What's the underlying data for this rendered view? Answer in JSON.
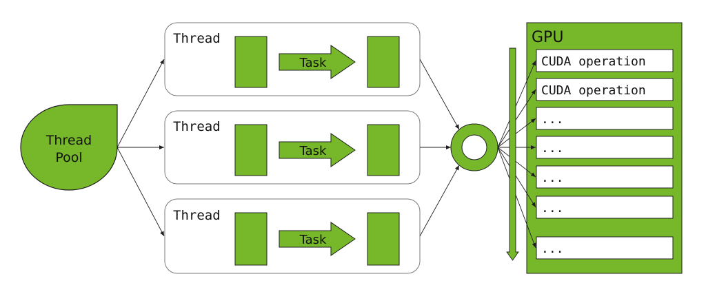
{
  "colors": {
    "green": "#76b82a",
    "stroke": "#1f1f1f",
    "box_border": "#7a7a7a",
    "background": "#ffffff"
  },
  "pool": {
    "label_line1": "Thread",
    "label_line2": "Pool"
  },
  "threads": [
    {
      "label": "Thread",
      "task_label": "Task"
    },
    {
      "label": "Thread",
      "task_label": "Task"
    },
    {
      "label": "Thread",
      "task_label": "Task"
    }
  ],
  "gpu": {
    "label": "GPU",
    "operations": [
      {
        "label": "CUDA operation"
      },
      {
        "label": "CUDA operation"
      },
      {
        "label": "..."
      },
      {
        "label": "..."
      },
      {
        "label": "..."
      },
      {
        "label": "..."
      },
      {
        "label": "..."
      }
    ]
  },
  "icons": {
    "hub": "ring-icon",
    "queue": "down-arrow-icon",
    "task": "right-arrow-icon"
  }
}
